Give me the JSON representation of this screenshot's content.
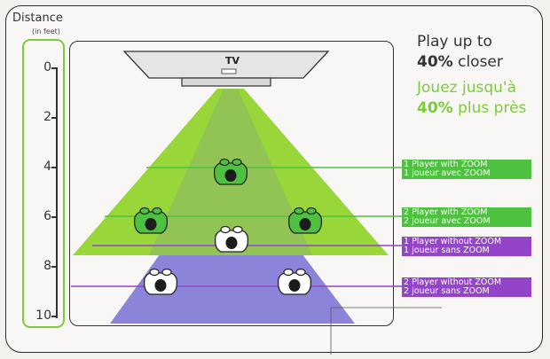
{
  "axis": {
    "title": "Distance",
    "unit": "(in feet)",
    "ticks": [
      "0",
      "2",
      "4",
      "6",
      "8",
      "10"
    ]
  },
  "tv_label": "TV",
  "headline_en": {
    "line1": "Play up to",
    "pct": "40%",
    "line2": "closer"
  },
  "headline_fr": {
    "line1": "Jouez jusqu'à",
    "pct": "40%",
    "line2": "plus près"
  },
  "labels": [
    {
      "line1": "1 Player with ZOOM",
      "line2": "1 joueur avec ZOOM",
      "color": "#4fc140"
    },
    {
      "line1": "2 Player with ZOOM",
      "line2": "2 joueur avec ZOOM",
      "color": "#4fc140"
    },
    {
      "line1": "1 Player without ZOOM",
      "line2": "1 joueur sans ZOOM",
      "color": "#9444c8"
    },
    {
      "line1": "2 Player without ZOOM",
      "line2": "2 joueur sans ZOOM",
      "color": "#9444c8"
    }
  ],
  "colors": {
    "zoom_cone": "#98d63a",
    "zoom_cone_inner": "#8fbf5a",
    "standard_cone": "#8b84d8",
    "zoom_player": "#4fc140",
    "standard_player": "#ffffff",
    "line_purple": "#9444c8",
    "line_green": "#4fc140"
  }
}
